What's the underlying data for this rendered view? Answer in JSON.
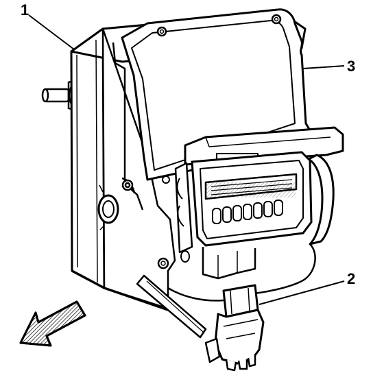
{
  "diagram": {
    "callouts": [
      {
        "id": "c1",
        "label": "1"
      },
      {
        "id": "c2",
        "label": "2"
      },
      {
        "id": "c3",
        "label": "3"
      }
    ],
    "colors": {
      "ink": "#000000",
      "paper": "#ffffff",
      "hatch": "#444444"
    },
    "icons": {
      "direction_arrow": "front-of-vehicle-arrow-icon"
    }
  }
}
